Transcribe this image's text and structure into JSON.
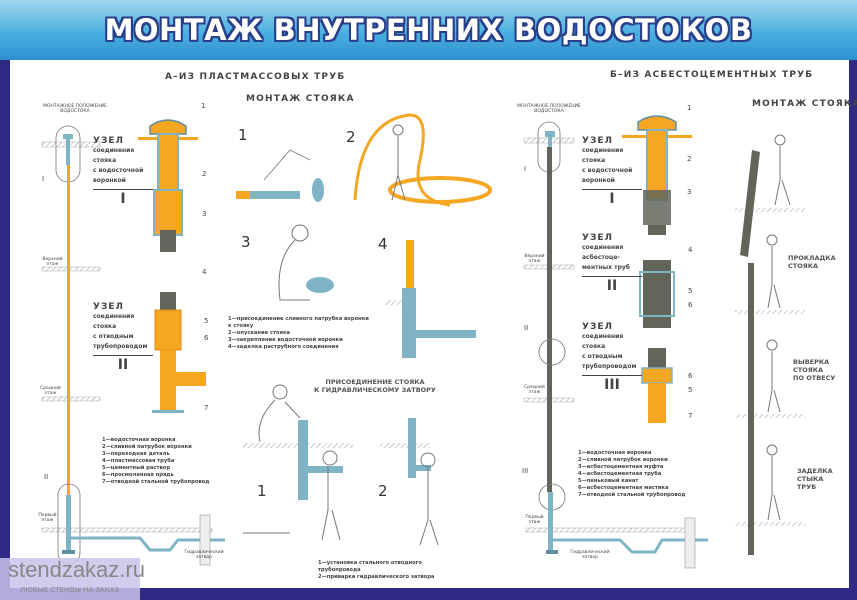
{
  "title": "МОНТАЖ ВНУТРЕННИХ ВОДОСТОКОВ",
  "colors": {
    "frame": "#2f2a84",
    "banner": "#4ab0e0",
    "plastic_pipe": "#f5a623",
    "steel_pipe": "#7fb3c6",
    "asbestos_pipe": "#62665a"
  },
  "section_a": {
    "heading": "А–ИЗ ПЛАСТМАССОВЫХ ТРУБ",
    "install_position": "МОНТАЖНОЕ ПОЛОЖЕНИЕ ВОДОСТОКА",
    "floors": {
      "top": "Верхний этаж",
      "middle": "Средний этаж",
      "first": "Первый этаж",
      "trap": "Гидравлический затвор"
    },
    "node1": {
      "title": "УЗЕЛ",
      "lines": [
        "соединения",
        "стояка",
        "с водосточной",
        "воронкой"
      ],
      "roman": "I"
    },
    "node2": {
      "title": "УЗЕЛ",
      "lines": [
        "соединения",
        "стояка",
        "с отводным",
        "трубопроводом"
      ],
      "roman": "II"
    },
    "marker1": "I",
    "marker2": "II",
    "callouts": [
      "1",
      "2",
      "3",
      "4",
      "5",
      "6",
      "7"
    ],
    "legend": [
      "1—водосточная воронка",
      "2—сливной патрубок воронки",
      "3—переходная деталь",
      "4—пластмассовая труба",
      "5—цементный раствор",
      "6—просмоленная прядь",
      "7—отводной стальной трубопровод"
    ],
    "assembly": {
      "heading": "МОНТАЖ СТОЯКА",
      "steps": [
        "1",
        "2",
        "3",
        "4"
      ],
      "legend": [
        "1—присоединение сливного патрубка воронки",
        "к стояку",
        "2—опускание стояка",
        "3—закрепление водосточной воронки",
        "4—заделка раструбного соединения"
      ]
    },
    "trap_connection": {
      "heading": [
        "ПРИСОЕДИНЕНИЕ СТОЯКА",
        "К ГИДРАВЛИЧЕСКОМУ ЗАТВОРУ"
      ],
      "steps": [
        "1",
        "2"
      ],
      "legend": [
        "1—установка стального отводного",
        "трубопровода",
        "2—приварка гидравлического затвора"
      ]
    }
  },
  "section_b": {
    "heading": "Б–ИЗ АСБЕСТОЦЕМЕНТНЫХ ТРУБ",
    "install_position": "МОНТАЖНОЕ ПОЛОЖЕНИЕ ВОДОСТОКА",
    "floors": {
      "top": "Верхний этаж",
      "middle": "Средний этаж",
      "first": "Первый этаж",
      "trap": "Гидравлический затвор"
    },
    "node1": {
      "title": "УЗЕЛ",
      "lines": [
        "соединения",
        "стояка",
        "с водосточной",
        "воронкой"
      ],
      "roman": "I"
    },
    "node2": {
      "title": "УЗЕЛ",
      "lines": [
        "соединения",
        "асбестоце-",
        "ментных труб"
      ],
      "roman": "II"
    },
    "node3": {
      "title": "УЗЕЛ",
      "lines": [
        "соединения",
        "стояка",
        "с отводным",
        "трубопроводом"
      ],
      "roman": "III"
    },
    "marker1": "I",
    "marker2": "II",
    "marker3": "III",
    "callouts": [
      "1",
      "2",
      "3",
      "4",
      "5",
      "6",
      "6",
      "5",
      "7"
    ],
    "legend": [
      "1—водосточная воронка",
      "2—сливной патрубок воронки",
      "3—асбестоцементная муфта",
      "4—асбестоцементная труба",
      "5—пеньковый канат",
      "6—асбестоцементная мастика",
      "7—отводной стальной трубопровод"
    ],
    "assembly": {
      "heading": "МОНТАЖ СТОЯКА",
      "captions": [
        [
          "ПРОКЛАДКА",
          "СТОЯКА"
        ],
        [
          "ВЫВЕРКА",
          "СТОЯКА",
          "ПО ОТВЕСУ"
        ],
        [
          "ЗАДЕЛКА",
          "СТЫКА",
          "ТРУБ"
        ]
      ]
    }
  },
  "watermark": {
    "site": "stendzakaz.ru",
    "slogan": "ЛЮБЫЕ СТЕНДЫ НА ЗАКАЗ"
  }
}
